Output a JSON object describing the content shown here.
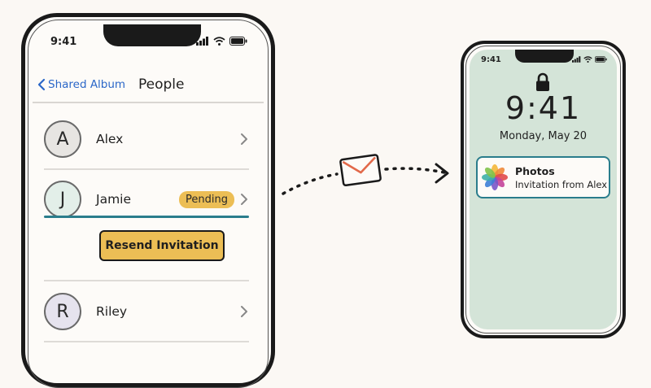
{
  "left_phone": {
    "status_time": "9:41",
    "nav": {
      "back_label": "Shared Album",
      "title": "People"
    },
    "people": [
      {
        "initial": "A",
        "name": "Alex",
        "avatar_color": "#e7e5e2"
      },
      {
        "initial": "J",
        "name": "Jamie",
        "avatar_color": "#e3efe9",
        "badge": "Pending"
      },
      {
        "initial": "R",
        "name": "Riley",
        "avatar_color": "#e6e3ee"
      }
    ],
    "resend_label": "Resend Invitation"
  },
  "right_phone": {
    "status_time": "9:41",
    "lock_time": "9:41",
    "lock_date": "Monday, May 20",
    "notification": {
      "app": "Photos",
      "message": "Invitation from Alex"
    }
  },
  "colors": {
    "accent_teal": "#2a7d8c",
    "badge_yellow": "#ecbe55",
    "link_blue": "#2b67c8",
    "lock_screen_bg": "#d4e4d8"
  },
  "icons": [
    "chevron-left-icon",
    "chevron-right-icon",
    "signal-icon",
    "wifi-icon",
    "battery-icon",
    "envelope-icon",
    "lock-icon",
    "photos-app-icon"
  ]
}
